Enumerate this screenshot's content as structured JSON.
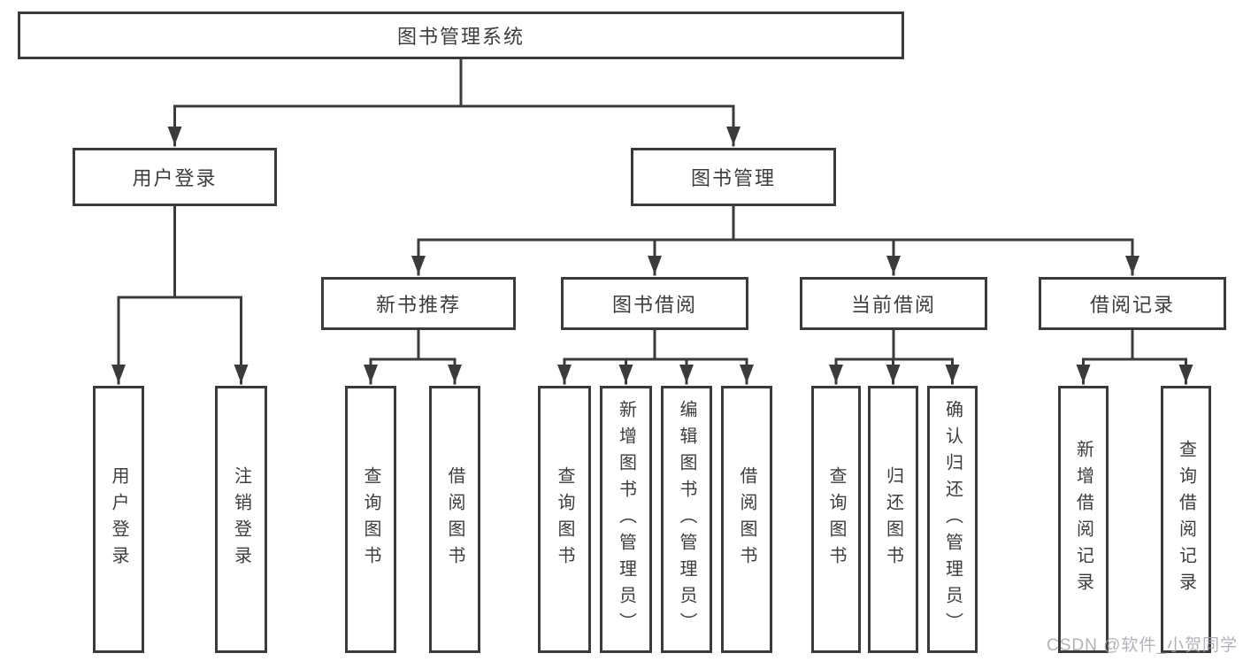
{
  "diagram": {
    "tree": {
      "label": "图书管理系统",
      "children": [
        {
          "label": "用户登录",
          "children": [
            {
              "label": "用户登录"
            },
            {
              "label": "注销登录"
            }
          ]
        },
        {
          "label": "图书管理",
          "children": [
            {
              "label": "新书推荐",
              "children": [
                {
                  "label": "查询图书"
                },
                {
                  "label": "借阅图书"
                }
              ]
            },
            {
              "label": "图书借阅",
              "children": [
                {
                  "label": "查询图书"
                },
                {
                  "label": "新增图书（管理员）"
                },
                {
                  "label": "编辑图书（管理员）"
                },
                {
                  "label": "借阅图书"
                }
              ]
            },
            {
              "label": "当前借阅",
              "children": [
                {
                  "label": "查询图书"
                },
                {
                  "label": "归还图书"
                },
                {
                  "label": "确认归还（管理员）"
                }
              ]
            },
            {
              "label": "借阅记录",
              "children": [
                {
                  "label": "新增借阅记录"
                },
                {
                  "label": "查询借阅记录"
                }
              ]
            }
          ]
        }
      ]
    },
    "colors": {
      "box_border": "#3b3b3b",
      "connector_line": "#3b3b3b",
      "text": "#3d3d3d",
      "background": "#ffffff",
      "watermark": "#a5a5ac"
    }
  },
  "watermark": {
    "text": "CSDN @软件_小贺同学"
  }
}
